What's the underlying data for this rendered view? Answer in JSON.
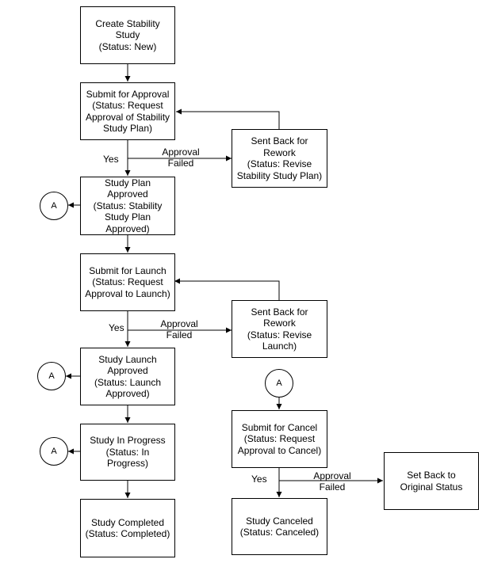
{
  "boxes": {
    "create": "Create Stability\nStudy\n(Status: New)",
    "submit_approval": "Submit for Approval\n(Status: Request\nApproval of Stability\nStudy Plan)",
    "rework_plan": "Sent Back for\nRework\n(Status: Revise\nStability Study Plan)",
    "plan_approved": "Study Plan\nApproved\n(Status: Stability\nStudy Plan\nApproved)",
    "submit_launch": "Submit for Launch\n(Status: Request\nApproval to Launch)",
    "rework_launch": "Sent Back for\nRework\n(Status: Revise\nLaunch)",
    "launch_approved": "Study Launch\nApproved\n(Status: Launch\nApproved)",
    "in_progress": "Study In Progress\n(Status: In\nProgress)",
    "completed": "Study Completed\n(Status: Completed)",
    "submit_cancel": "Submit for Cancel\n(Status: Request\nApproval to Cancel)",
    "canceled": "Study Canceled\n(Status: Canceled)",
    "set_back": "Set Back to\nOriginal Status"
  },
  "connector_label": "A",
  "labels": {
    "yes": "Yes",
    "approval_failed": "Approval\nFailed"
  }
}
